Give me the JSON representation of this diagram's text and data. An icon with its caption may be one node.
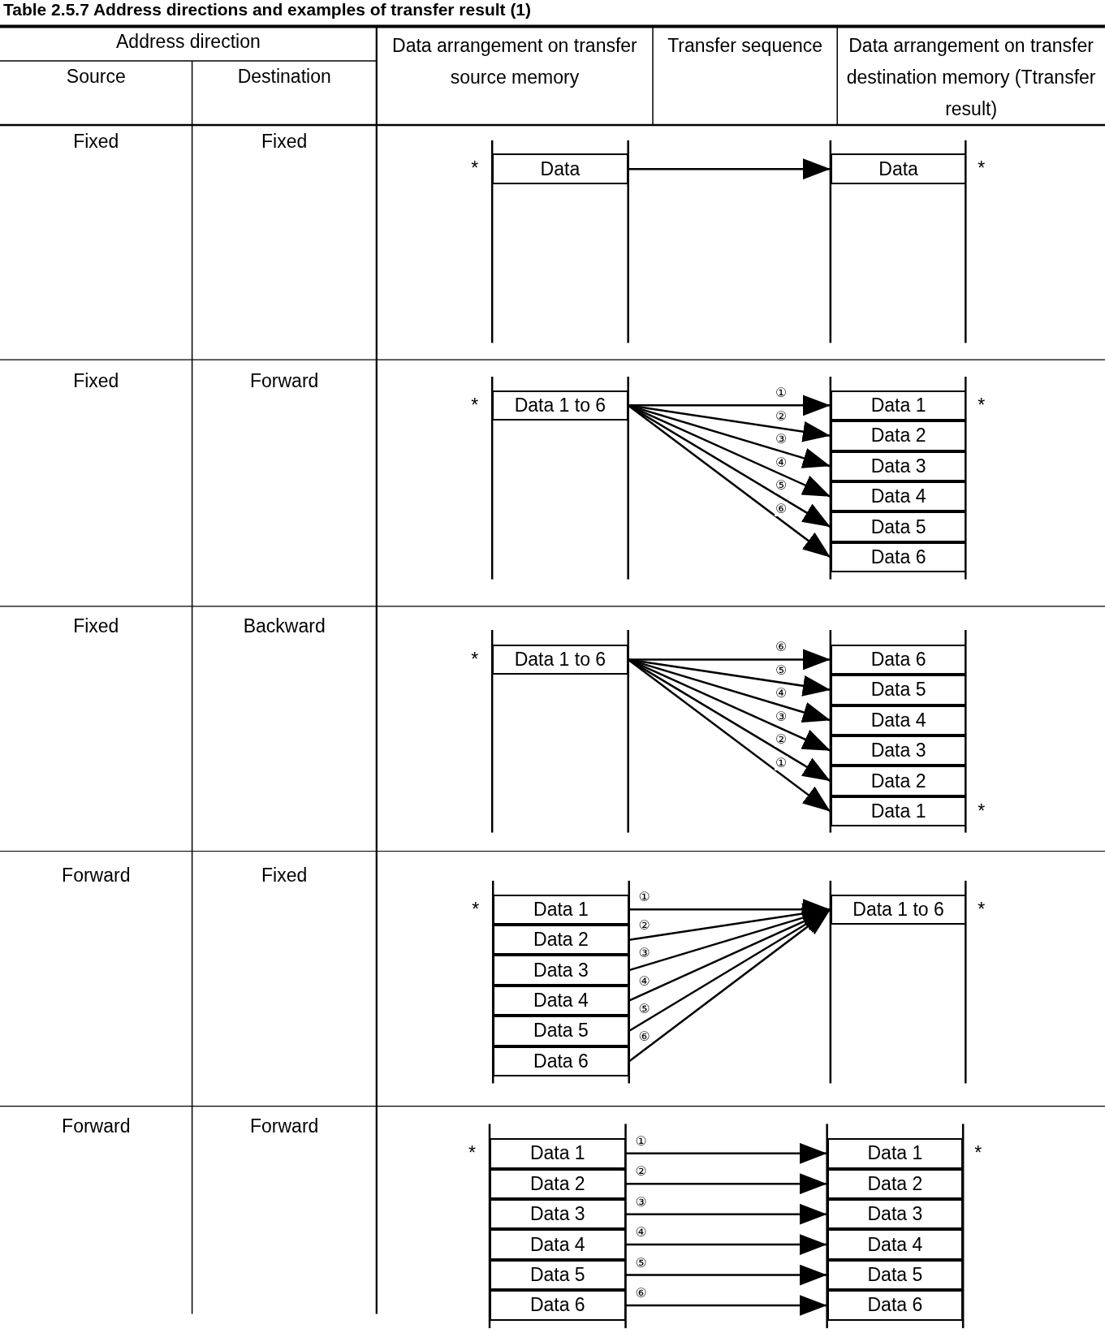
{
  "diagram": {
    "title": "Table 2.5.7 Address directions and examples of transfer result (1)",
    "nodes": [
      {
        "text": [
          "Data"
        ],
        "beside": [
          "*"
        ]
      },
      {
        "text": [
          "Data"
        ],
        "beside": [
          "*"
        ]
      },
      {
        "text": [
          "Data 1 to 6"
        ],
        "beside": [
          "*"
        ]
      },
      {
        "text": [
          "Data 1"
        ],
        "beside": [
          "*"
        ]
      },
      {
        "text": [
          "Data 2"
        ]
      },
      {
        "text": [
          "Data 3"
        ]
      },
      {
        "text": [
          "Data 4"
        ]
      },
      {
        "text": [
          "Data 5"
        ]
      },
      {
        "text": [
          "Data 6"
        ]
      },
      {
        "text": [
          "Data 1 to 6"
        ],
        "beside": [
          "*"
        ]
      },
      {
        "text": [
          "Data 6"
        ]
      },
      {
        "text": [
          "Data 5"
        ]
      },
      {
        "text": [
          "Data 4"
        ]
      },
      {
        "text": [
          "Data 3"
        ]
      },
      {
        "text": [
          "Data 2"
        ]
      },
      {
        "text": [
          "Data 1"
        ],
        "beside": [
          "*"
        ]
      },
      {
        "text": [
          "Data 1"
        ],
        "beside": [
          "*"
        ]
      },
      {
        "text": [
          "Data 2"
        ]
      },
      {
        "text": [
          "Data 3"
        ]
      },
      {
        "text": [
          "Data 4"
        ]
      },
      {
        "text": [
          "Data 5"
        ]
      },
      {
        "text": [
          "Data 6"
        ]
      },
      {
        "text": [
          "Data 1 to 6"
        ],
        "beside": [
          "*"
        ]
      },
      {
        "text": [
          "Data 1"
        ],
        "beside": [
          "*"
        ]
      },
      {
        "text": [
          "Data 2"
        ]
      },
      {
        "text": [
          "Data 3"
        ]
      },
      {
        "text": [
          "Data 4"
        ]
      },
      {
        "text": [
          "Data 5"
        ]
      },
      {
        "text": [
          "Data 6"
        ]
      },
      {
        "text": [
          "Data 1"
        ],
        "beside": [
          "*"
        ]
      },
      {
        "text": [
          "Data 2"
        ]
      },
      {
        "text": [
          "Data 3"
        ]
      },
      {
        "text": [
          "Data 4"
        ]
      },
      {
        "text": [
          "Data 5"
        ]
      },
      {
        "text": [
          "Data 6"
        ]
      }
    ],
    "edges": [
      {
        "from": 0,
        "to": 1,
        "arrow": "to"
      },
      {
        "from": 2,
        "to": 3,
        "arrow": "to",
        "label": "①"
      },
      {
        "from": 2,
        "to": 4,
        "arrow": "to",
        "label": "②"
      },
      {
        "from": 2,
        "to": 5,
        "arrow": "to",
        "label": "③"
      },
      {
        "from": 2,
        "to": 6,
        "arrow": "to",
        "label": "④"
      },
      {
        "from": 2,
        "to": 7,
        "arrow": "to",
        "label": "⑤"
      },
      {
        "from": 2,
        "to": 8,
        "arrow": "to",
        "label": "⑥"
      },
      {
        "from": 9,
        "to": 10,
        "arrow": "to",
        "label": "⑥"
      },
      {
        "from": 9,
        "to": 11,
        "arrow": "to",
        "label": "⑤"
      },
      {
        "from": 9,
        "to": 12,
        "arrow": "to",
        "label": "④"
      },
      {
        "from": 9,
        "to": 13,
        "arrow": "to",
        "label": "③"
      },
      {
        "from": 9,
        "to": 14,
        "arrow": "to",
        "label": "②"
      },
      {
        "from": 9,
        "to": 15,
        "arrow": "to",
        "label": "①"
      },
      {
        "from": 16,
        "to": 22,
        "arrow": "to",
        "label": "①"
      },
      {
        "from": 17,
        "to": 22,
        "arrow": "to",
        "label": "②"
      },
      {
        "from": 18,
        "to": 22,
        "arrow": "to",
        "label": "③"
      },
      {
        "from": 19,
        "to": 22,
        "arrow": "to",
        "label": "④"
      },
      {
        "from": 20,
        "to": 22,
        "arrow": "to",
        "label": "⑤"
      },
      {
        "from": 21,
        "to": 22,
        "arrow": "to",
        "label": "⑥"
      },
      {
        "from": 23,
        "to": 29,
        "arrow": "to",
        "label": "①"
      },
      {
        "from": 24,
        "to": 30,
        "arrow": "to",
        "label": "②"
      },
      {
        "from": 25,
        "to": 31,
        "arrow": "to",
        "label": "③"
      },
      {
        "from": 26,
        "to": 32,
        "arrow": "to",
        "label": "④"
      },
      {
        "from": 27,
        "to": 33,
        "arrow": "to",
        "label": "⑤"
      },
      {
        "from": 28,
        "to": 34,
        "arrow": "to",
        "label": "⑥"
      }
    ],
    "labels": [
      "Address direction",
      "Source",
      "Destination",
      "Data arrangement on transfer source memory",
      "Transfer sequence",
      "Data arrangement on transfer destination memory (Ttransfer result)",
      "Fixed",
      "Fixed",
      "Fixed",
      "Forward",
      "Fixed",
      "Backward",
      "Forward",
      "Fixed",
      "Forward",
      "Forward"
    ]
  }
}
